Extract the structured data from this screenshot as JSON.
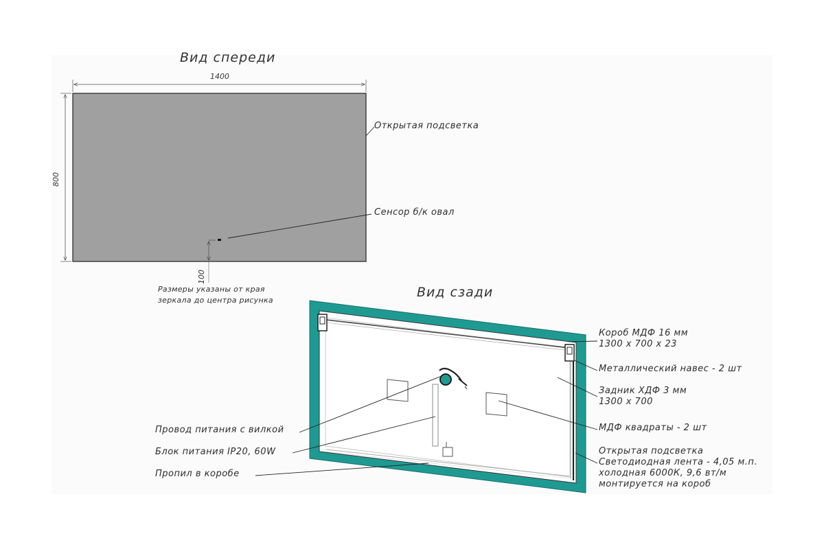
{
  "front_view": {
    "title": "Вид спереди",
    "width": "1400",
    "height": "800",
    "sensor_offset": "100",
    "labels": {
      "open_light": "Открытая подсветка",
      "sensor": "Сенсор б/к овал"
    },
    "note": [
      "Размеры указаны от края",
      "зеркала до центра рисунка"
    ]
  },
  "back_view": {
    "title": "Вид сзади",
    "labels_right": {
      "box": [
        "Короб МДФ 16 мм",
        "1300 х 700 х 23"
      ],
      "hanger": "Металлический навес - 2 шт",
      "back_panel": [
        "Задник ХДФ 3 мм",
        "1300 х 700"
      ],
      "squares": "МДФ квадраты - 2 шт",
      "led": [
        "Открытая подсветка",
        "Светодиодная лента - 4,05 м.п.",
        "холодная 6000К, 9,6 вт/м",
        "монтируется на короб"
      ]
    },
    "labels_left": {
      "power_cord": "Провод питания с вилкой",
      "power_unit": "Блок питания IP20, 60W",
      "cutout": "Пропил в коробе"
    }
  },
  "colors": {
    "mirror": "#a0a0a0",
    "frame_teal": "#1f9a93",
    "line": "#222222"
  }
}
